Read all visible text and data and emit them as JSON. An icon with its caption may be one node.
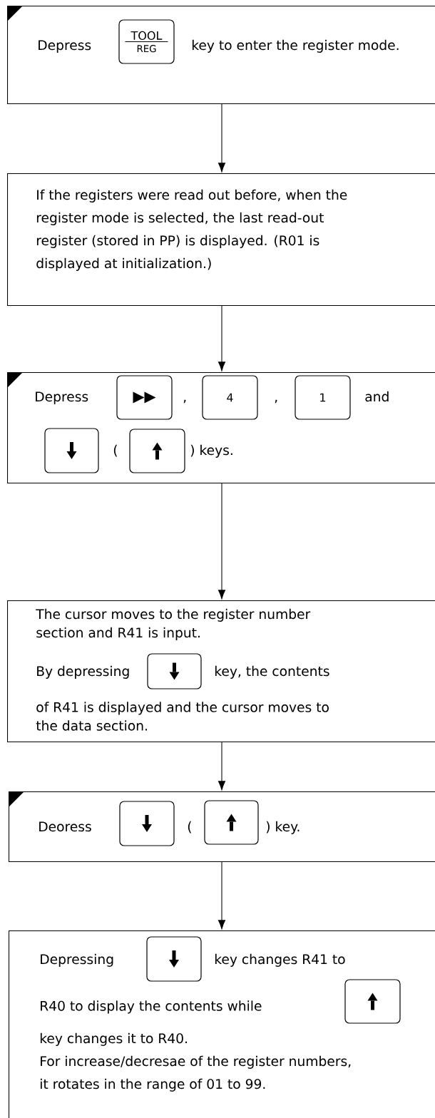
{
  "diagram": {
    "nodes": [
      {
        "text": [
          "Depress",
          "key to enter the register mode."
        ]
      },
      {
        "text": [
          "TOOL",
          "REG"
        ],
        "in": 0
      },
      {
        "text": [
          "If the registers were read out before, when the register mode is selected, the last read-out register (stored in PP) is displayed. (R01 is displayed at initialization.)"
        ]
      },
      {
        "text": [
          "Depress",
          ",",
          ",",
          "and",
          "(",
          ") keys."
        ]
      },
      {
        "text": [],
        "shape": "box",
        "in": 3
      },
      {
        "text": [
          "4"
        ],
        "in": 3
      },
      {
        "text": [
          "1"
        ],
        "in": 3
      },
      {
        "text": [],
        "shape": "box",
        "in": 3
      },
      {
        "text": [],
        "shape": "box",
        "in": 3
      },
      {
        "text": [
          "The cursor moves to the register number section and R41 is input.",
          "By depressing",
          "key, the contents of R41 is displayed and the cursor moves to the data section."
        ]
      },
      {
        "text": [],
        "shape": "box",
        "in": 9
      },
      {
        "text": [
          "Deoress",
          "(",
          ") key."
        ]
      },
      {
        "text": [],
        "shape": "box",
        "in": 11
      },
      {
        "text": [],
        "shape": "box",
        "in": 11
      },
      {
        "text": [
          "Depressing",
          "key changes R41 to R40 to display the contents while",
          "key changes it to R40.",
          "For increase/decresae of the register numbers, it rotates in the range of 01 to 99."
        ]
      },
      {
        "text": [],
        "shape": "box",
        "in": 14
      },
      {
        "text": [],
        "shape": "box",
        "in": 14
      }
    ],
    "edges": [
      {
        "from": 0,
        "to": 2,
        "arrow": "to"
      },
      {
        "from": 2,
        "to": 3,
        "arrow": "to"
      },
      {
        "from": 3,
        "to": 9,
        "arrow": "to"
      },
      {
        "from": 9,
        "to": 11,
        "arrow": "to"
      },
      {
        "from": 11,
        "to": 14,
        "arrow": "to"
      }
    ]
  }
}
